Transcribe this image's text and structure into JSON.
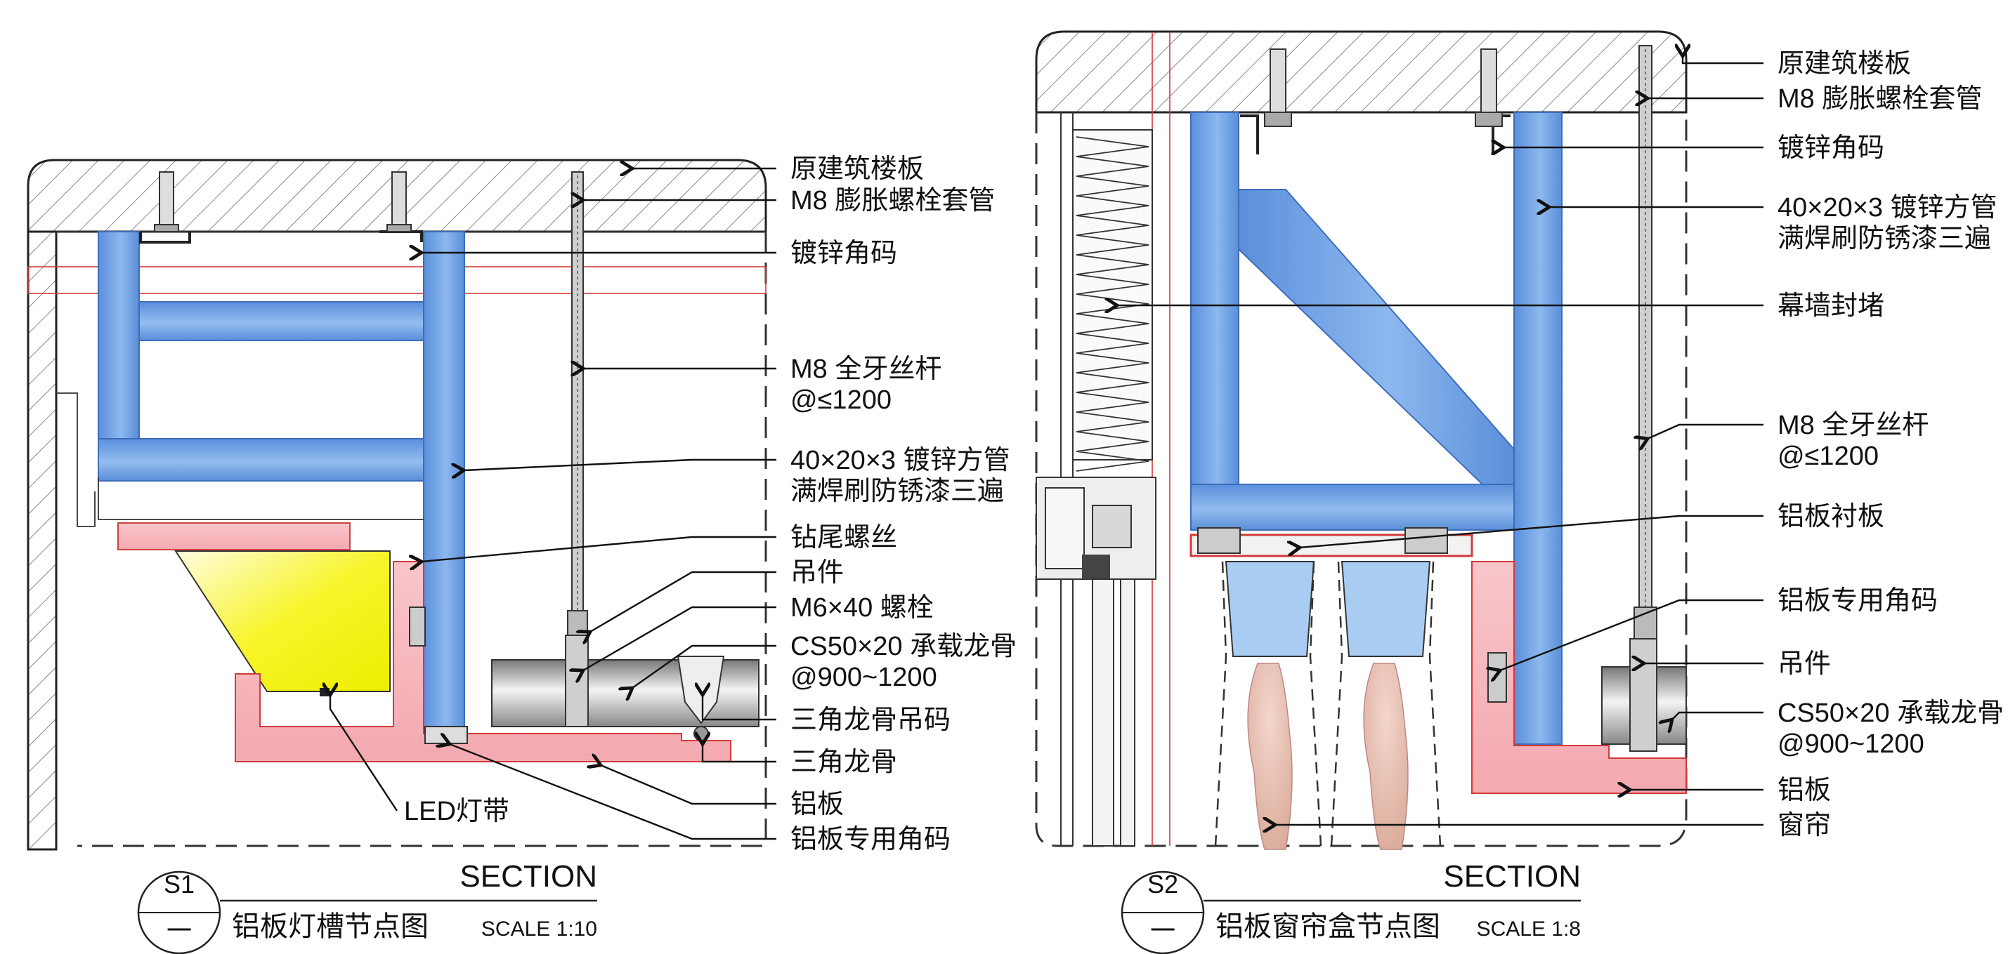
{
  "colors": {
    "steel": "#6c9ee0",
    "aluminium_panel": "#f7b9bf",
    "led": "#f5f500",
    "curtain": "#e9c3b6",
    "concrete_hatch": "#8a8a8a",
    "red_line": "#d23a3a"
  },
  "drawings": [
    {
      "id": "S1",
      "index_top": "S1",
      "index_bottom": "一",
      "section": "SECTION",
      "title": "铝板灯槽节点图",
      "scale": "SCALE 1:10",
      "labels": [
        [
          "原建筑楼板"
        ],
        [
          "M8 膨胀螺栓套管"
        ],
        [
          "镀锌角码"
        ],
        [
          "M8 全牙丝杆",
          "@≤1200"
        ],
        [
          "40×20×3 镀锌方管",
          "满焊刷防锈漆三遍"
        ],
        [
          "钻尾螺丝"
        ],
        [
          "吊件"
        ],
        [
          "M6×40 螺栓"
        ],
        [
          "CS50×20 承载龙骨",
          "@900~1200"
        ],
        [
          "三角龙骨吊码"
        ],
        [
          "三角龙骨"
        ],
        [
          "铝板"
        ],
        [
          "铝板专用角码"
        ],
        [
          "LED灯带"
        ]
      ]
    },
    {
      "id": "S2",
      "index_top": "S2",
      "index_bottom": "一",
      "section": "SECTION",
      "title": "铝板窗帘盒节点图",
      "scale": "SCALE 1:8",
      "labels": [
        [
          "原建筑楼板"
        ],
        [
          "M8 膨胀螺栓套管"
        ],
        [
          "镀锌角码"
        ],
        [
          "40×20×3 镀锌方管",
          "满焊刷防锈漆三遍"
        ],
        [
          "幕墙封堵"
        ],
        [
          "M8 全牙丝杆",
          "@≤1200"
        ],
        [
          "铝板衬板"
        ],
        [
          "铝板专用角码"
        ],
        [
          "吊件"
        ],
        [
          "CS50×20 承载龙骨",
          "@900~1200"
        ],
        [
          "铝板"
        ],
        [
          "窗帘"
        ]
      ]
    }
  ]
}
